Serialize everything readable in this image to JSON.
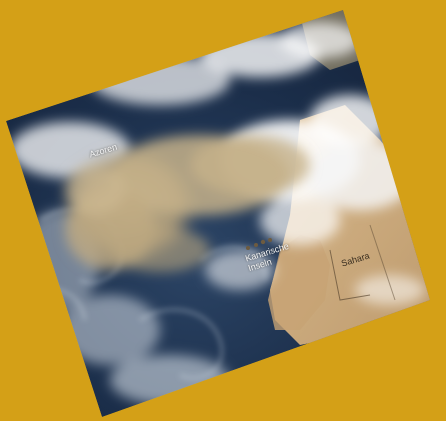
{
  "image": {
    "frame_color": "#d4a017",
    "ocean_color": "#1b2e4a",
    "land_color": "#c9a77b",
    "dust_color": "#c2ad84",
    "cloud_color": "#f2f2f2"
  },
  "labels": {
    "azoren": "Azoren",
    "kanaren_line1": "Kanarische",
    "kanaren_line2": "Inseln",
    "sahara": "Sahara"
  }
}
